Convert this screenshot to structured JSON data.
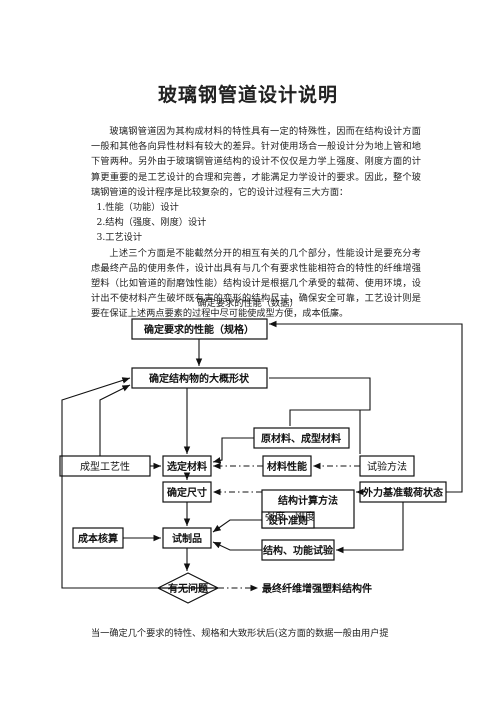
{
  "title": "玻璃钢管道设计说明",
  "intro": "玻璃钢管道因为其构成材料的特性具有一定的特殊性，因而在结构设计方面一般和其他各向异性材料有较大的差异。针对使用场合一般设计分为地上管和地下管两种。另外由于玻璃钢管道结构的设计不仅仅是力学上强度、刚度方面的计算更重要的是工艺设计的合理和完善，才能满足力学设计的要求。因此，整个玻璃钢管道的设计程序是比较复杂的，它的设计过程有三大方面：",
  "list": [
    "1.性能（功能）设计",
    "2.结构（强度、刚度）设计",
    "3.工艺设计"
  ],
  "para2": "上述三个方面是不能截然分开的相互有关的几个部分，性能设计是要充分考虑最终产品的使用条件，设计出具有与几个有要求性能相符合的特性的纤维增强塑料（比如管道的耐磨蚀性能）结构设计是根据几个承受的载荷、使用环境，设计出不使材料产生破坏既有害的变形的结构尺寸，确保安全可靠，工艺设计则是要在保证上述两点要素的过程中尽可能使成型方便，成本低廉。",
  "caption": "确定要求的性能（数据）",
  "flow": {
    "req": "确定要求的性能（规格）",
    "shape": "确定结构物的大概形状",
    "raw": "原材料、成型材料",
    "molding": "成型工艺性",
    "select": "选定材料",
    "props": "材料性能",
    "test_method": "试验方法",
    "calc1": "结构计算方法",
    "calc2": "强度、刚度",
    "size": "确定尺寸",
    "load": "外力基准载荷状态",
    "rules": "设计准则",
    "cost": "成本核算",
    "trial": "试制品",
    "struct_test": "结构、功能试验",
    "problem": "有无问题",
    "final": "最终纤维增强塑料结构件"
  },
  "bottom": "当一确定几个要求的特性、规格和大致形状后(这方面的数据一般由用户提"
}
